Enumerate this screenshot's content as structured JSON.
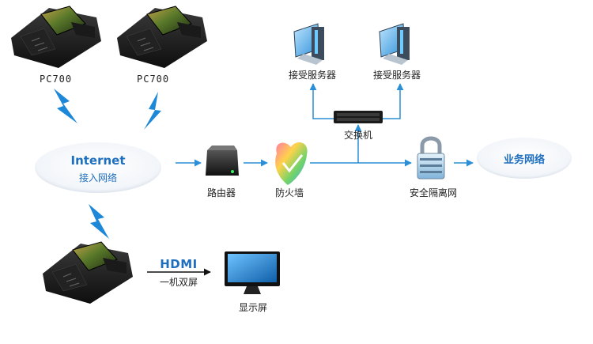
{
  "devices": {
    "pos_left_label": "PC700",
    "pos_right_label": "PC700"
  },
  "internet": {
    "title": "Internet",
    "subtitle": "接入网络"
  },
  "network": {
    "router_label": "路由器",
    "firewall_label": "防火墙",
    "switch_label": "交换机",
    "server_left_label": "接受服务器",
    "server_right_label": "接受服务器",
    "isolation_label": "安全隔离网",
    "business_label": "业务网络"
  },
  "display": {
    "link_title": "HDMI",
    "link_subtitle": "一机双屏",
    "monitor_label": "显示屏"
  },
  "colors": {
    "arrow": "#2a8fd6",
    "lightning": "#1e88d8",
    "accent_text": "#1f6fbf",
    "dark_line": "#111111"
  }
}
